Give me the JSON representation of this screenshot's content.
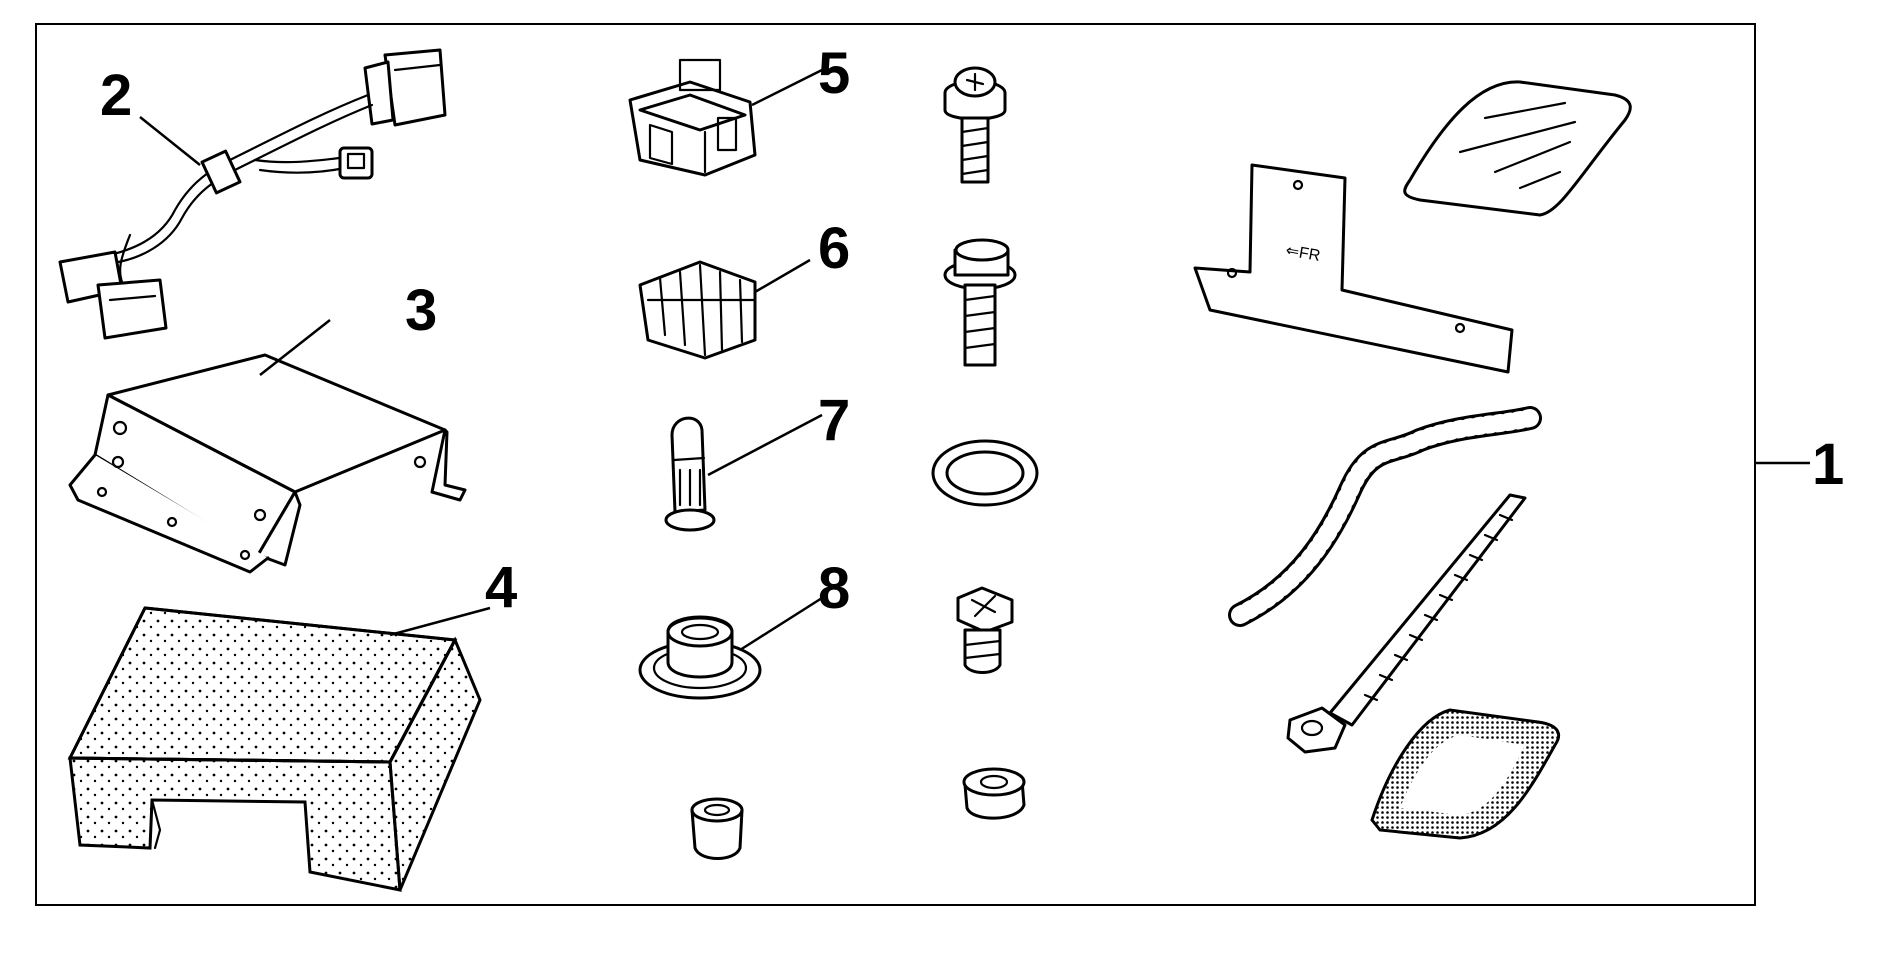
{
  "callouts": {
    "kit": "1",
    "wire_harness": "2",
    "bracket": "3",
    "foam_cover": "4",
    "connector_a": "5",
    "connector_b": "6",
    "clip": "7",
    "grommet": "8"
  }
}
